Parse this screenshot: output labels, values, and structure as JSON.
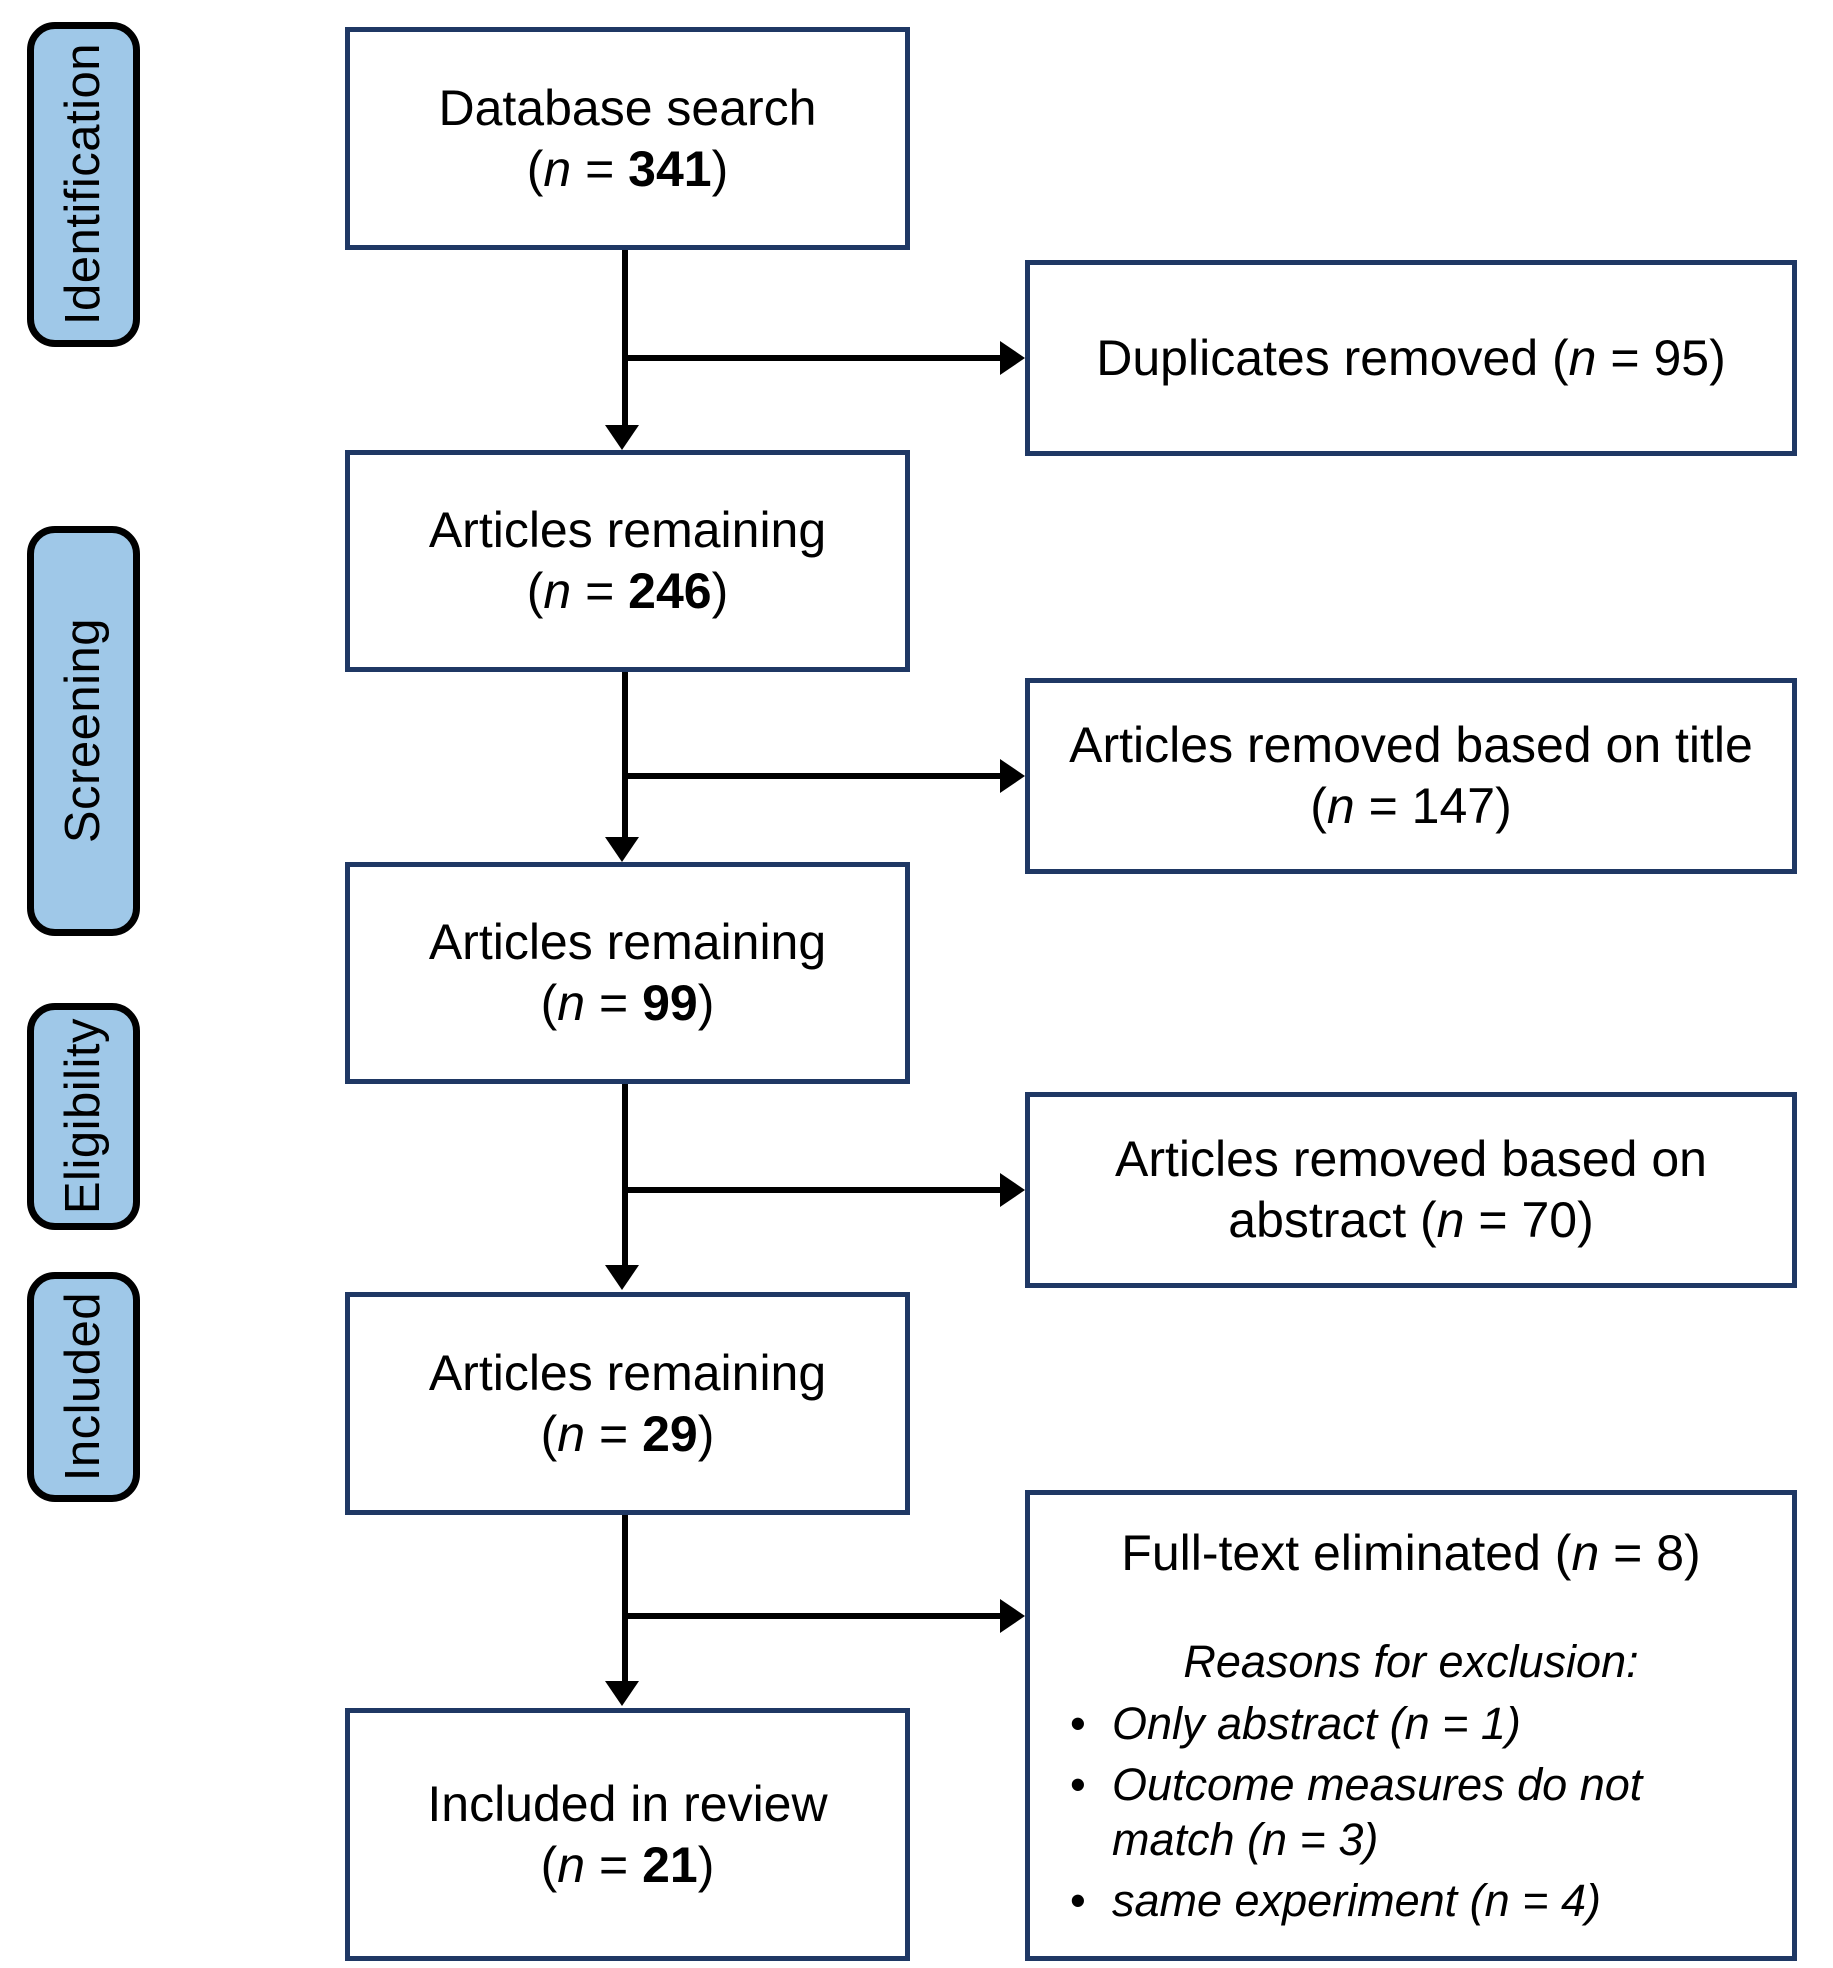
{
  "diagram": {
    "title": "PRISMA study selection flow diagram",
    "colors": {
      "box_border": "#1f3864",
      "pill_fill": "#9fc8e8",
      "pill_border": "#000000",
      "connector": "#000000",
      "background": "#ffffff"
    }
  },
  "stages": [
    {
      "label": "Identification"
    },
    {
      "label": "Screening"
    },
    {
      "label": "Eligibility"
    },
    {
      "label": "Included"
    }
  ],
  "main_boxes": [
    {
      "line1": "Database search",
      "n_open": "(",
      "n_symbol": "n",
      "n_equals": " = ",
      "n_value": "341",
      "n_close": ")"
    },
    {
      "line1": "Articles remaining",
      "n_open": "(",
      "n_symbol": "n",
      "n_equals": " = ",
      "n_value": "246",
      "n_close": ")"
    },
    {
      "line1": "Articles remaining",
      "n_open": "(",
      "n_symbol": "n",
      "n_equals": " = ",
      "n_value": "99",
      "n_close": ")"
    },
    {
      "line1": "Articles remaining",
      "n_open": "(",
      "n_symbol": "n",
      "n_equals": " = ",
      "n_value": "29",
      "n_close": ")"
    },
    {
      "line1": "Included in review",
      "n_open": "(",
      "n_symbol": "n",
      "n_equals": " = ",
      "n_value": "21",
      "n_close": ")"
    }
  ],
  "side_boxes": [
    {
      "text_before": "Duplicates removed (",
      "n_symbol": "n",
      "text_after": " = 95)"
    },
    {
      "text_before": "Articles removed based on title (",
      "n_symbol": "n",
      "text_after": " = 147)"
    },
    {
      "text_before": "Articles removed based on abstract (",
      "n_symbol": "n",
      "text_after": " = 70)"
    }
  ],
  "exclusion_box": {
    "title_before": "Full-text eliminated (",
    "title_n": "n",
    "title_after": " = 8)",
    "reasons_heading": "Reasons for exclusion:",
    "bullet_char": "•",
    "reasons": [
      "Only abstract (n = 1)",
      "Outcome measures do not match (n = 3)",
      "same experiment (n = 4)"
    ]
  }
}
